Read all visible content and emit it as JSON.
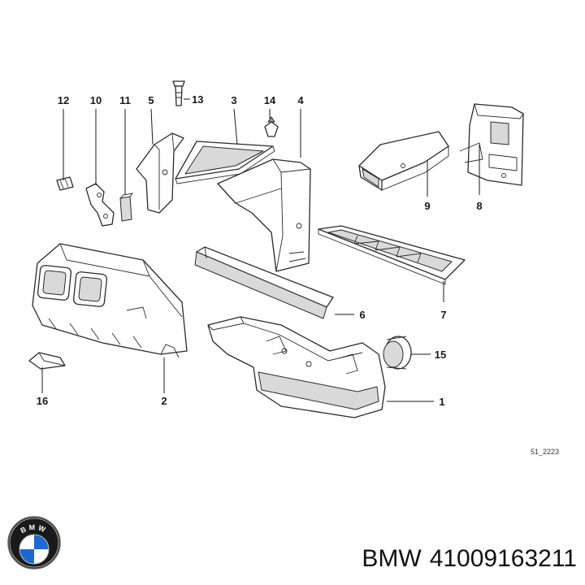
{
  "diagram": {
    "reference_code": "51_2223",
    "callouts": [
      {
        "id": "c12",
        "label": "12"
      },
      {
        "id": "c10",
        "label": "10"
      },
      {
        "id": "c11",
        "label": "11"
      },
      {
        "id": "c5",
        "label": "5"
      },
      {
        "id": "c13",
        "label": "13"
      },
      {
        "id": "c3",
        "label": "3"
      },
      {
        "id": "c14",
        "label": "14"
      },
      {
        "id": "c4",
        "label": "4"
      },
      {
        "id": "c9",
        "label": "9"
      },
      {
        "id": "c8",
        "label": "8"
      },
      {
        "id": "c6",
        "label": "6"
      },
      {
        "id": "c7",
        "label": "7"
      },
      {
        "id": "c15",
        "label": "15"
      },
      {
        "id": "c16",
        "label": "16"
      },
      {
        "id": "c2",
        "label": "2"
      },
      {
        "id": "c1",
        "label": "1"
      }
    ]
  },
  "footer": {
    "brand": "BMW",
    "part_number": "41009163211",
    "logo_letters": "BMW",
    "colors": {
      "logo_blue": "#1c69d4",
      "logo_ring": "#1a1a1a"
    }
  }
}
